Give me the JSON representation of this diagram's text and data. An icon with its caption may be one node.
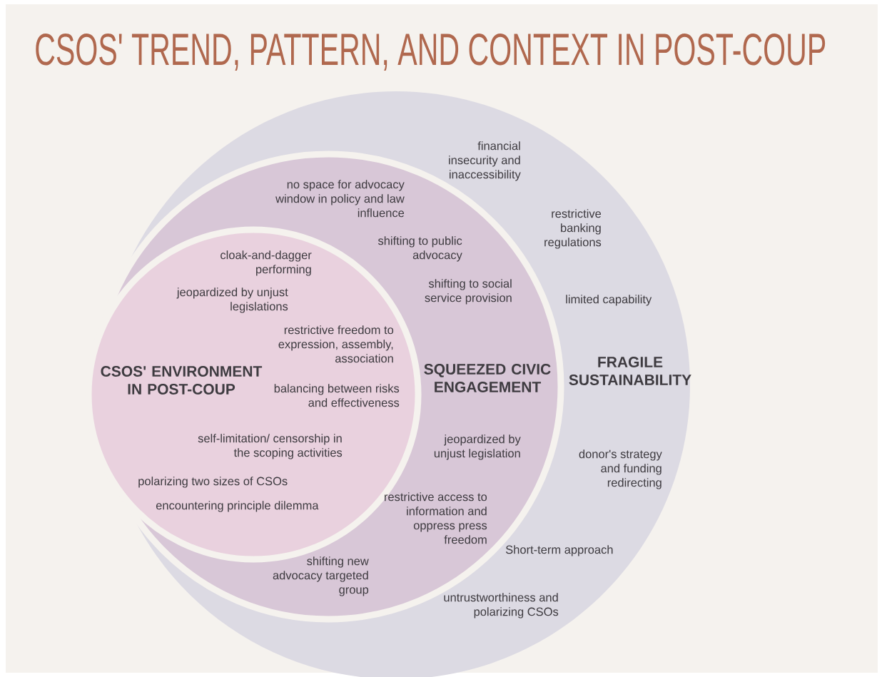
{
  "diagram": {
    "title": "CSOS' TREND, PATTERN, AND CONTEXT IN POST-COUP",
    "nodes": [
      {
        "text": [
          "FRAGILE SUSTAINABILITY"
        ]
      },
      {
        "text": [
          "SQUEEZED CIVIC ENGAGEMENT"
        ],
        "in": 0
      },
      {
        "text": [
          "CSOS' ENVIRONMENT IN POST-COUP"
        ],
        "in": 1
      }
    ],
    "labels": [
      "financial insecurity and inaccessibility",
      "no space for advocacy window in policy and law influence",
      "restrictive banking regulations",
      "shifting to public advocacy",
      "cloak-and-dagger performing",
      "shifting to social service provision",
      "jeopardized by unjust legislations",
      "limited capability",
      "restrictive freedom to expression, assembly, association",
      "balancing between risks and effectiveness",
      "self-limitation/ censorship in the scoping activities",
      "jeopardized by unjust legislation",
      "donor's strategy and funding redirecting",
      "polarizing two sizes of CSOs",
      "encountering principle dilemma",
      "restrictive access to information and oppress press freedom",
      "Short-term approach",
      "shifting new advocacy targeted group",
      "untrustworthiness and polarizing CSOs"
    ]
  }
}
